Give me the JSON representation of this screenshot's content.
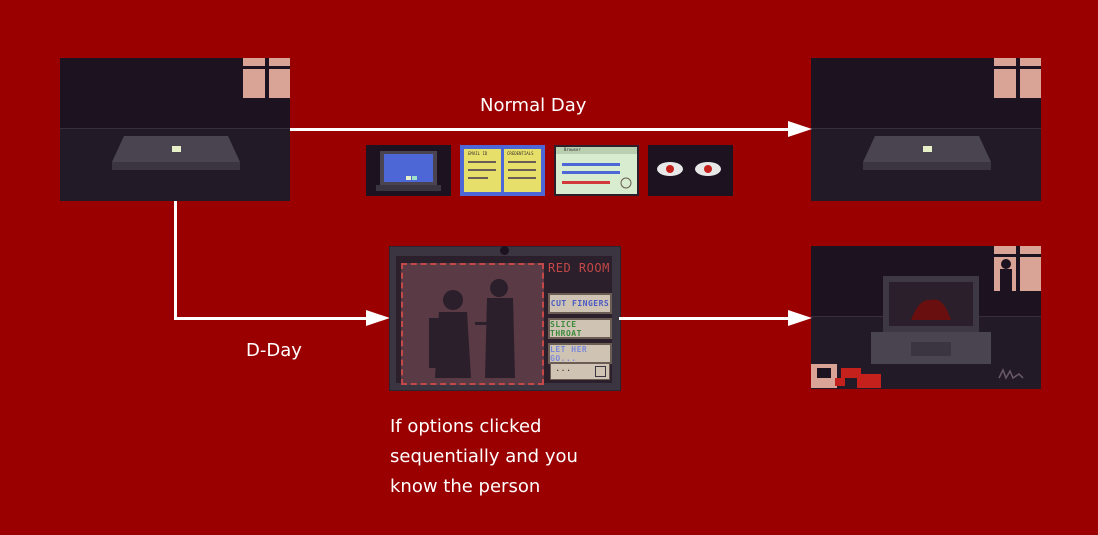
{
  "flow": {
    "normal_day_label": "Normal Day",
    "d_day_label": "D-Day",
    "condition_note_lines": [
      "If options clicked",
      "sequentially and you",
      "know the person"
    ]
  },
  "red_room_panel": {
    "title": "RED ROOM",
    "options": [
      "CUT FINGERS",
      "SLICE THROAT",
      "LET HER GO..."
    ],
    "input_placeholder": "..."
  },
  "thumbnails": [
    {
      "name": "laptop-desktop",
      "icon": "laptop-icon"
    },
    {
      "name": "sticky-notes",
      "icon": "notes-icon",
      "notes": [
        "EMAIL ID",
        "CREDENTIALS"
      ]
    },
    {
      "name": "browser-window",
      "icon": "browser-icon",
      "title": "Browser"
    },
    {
      "name": "watching-eyes",
      "icon": "eyes-icon"
    }
  ],
  "colors": {
    "background": "#9b0000",
    "scene_dark": "#1c1220",
    "window_glow": "#d9a496",
    "blood": "#c4201c"
  }
}
